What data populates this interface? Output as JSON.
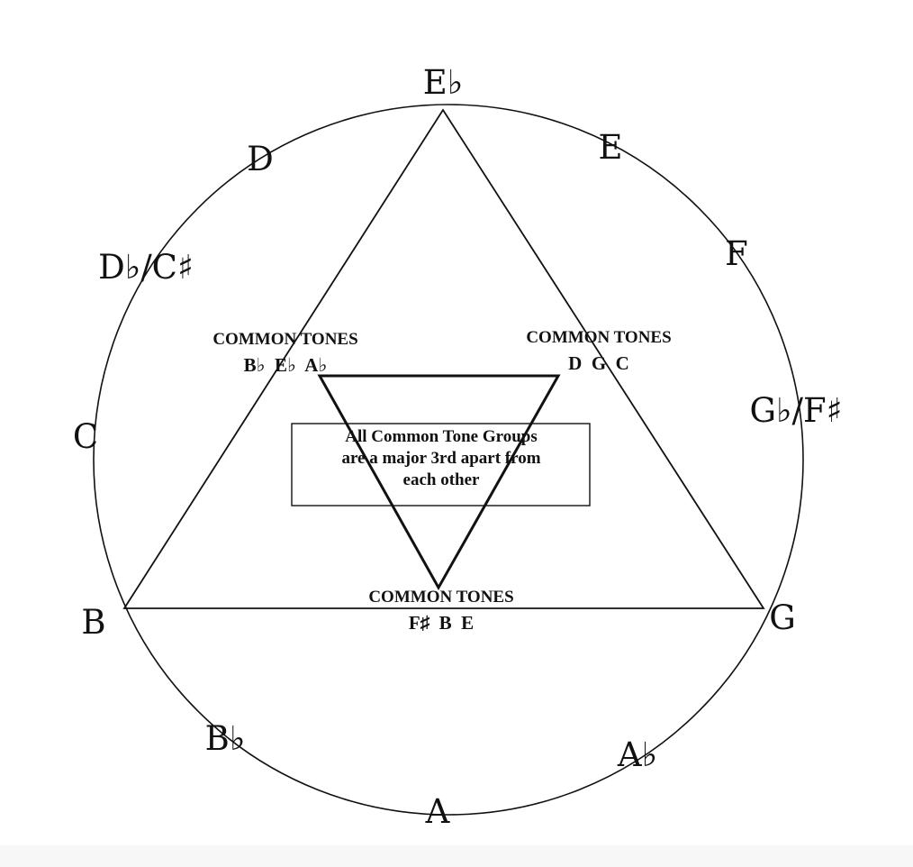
{
  "notes": {
    "eb": "E♭",
    "e": "E",
    "f": "F",
    "gb_fs": "G♭/F♯",
    "g": "G",
    "ab": "A♭",
    "a": "A",
    "bb": "B♭",
    "b": "B",
    "c": "C",
    "db_cs": "D♭/C♯",
    "d": "D"
  },
  "common_tone_groups": {
    "left": {
      "title": "COMMON TONES",
      "notes": "B♭  E♭  A♭"
    },
    "right": {
      "title": "COMMON TONES",
      "notes": "D  G  C"
    },
    "bottom": {
      "title": "COMMON TONES",
      "notes": "F♯  B  E"
    }
  },
  "center_note": {
    "line1": "All Common Tone Groups",
    "line2": "are a major 3rd apart from",
    "line3": "each other"
  }
}
